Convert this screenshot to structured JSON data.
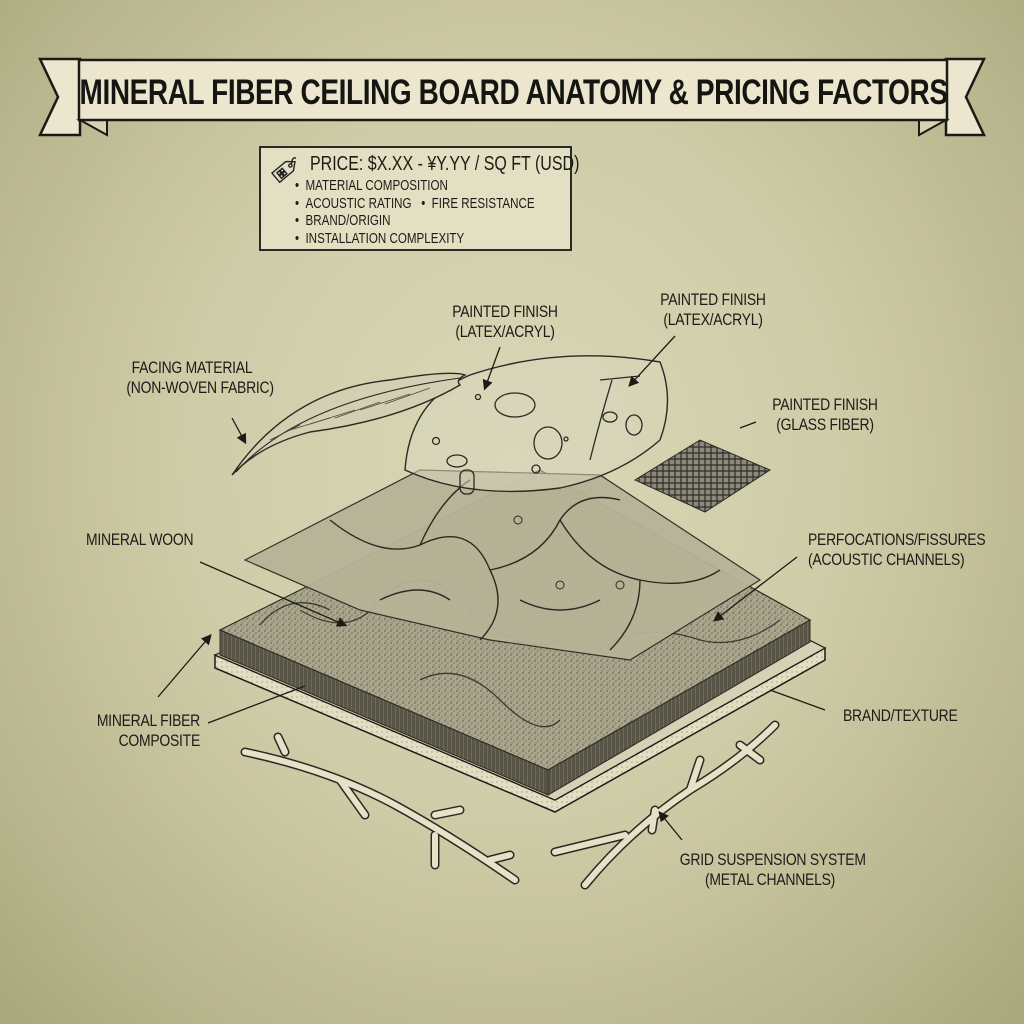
{
  "title": "MINERAL FIBER CEILING BOARD ANATOMY & PRICING FACTORS",
  "price_box": {
    "icon": "price-tag-icon",
    "heading": "PRICE: $X.XX - ¥Y.YY / SQ FT (USD)",
    "factors": [
      "MATERIAL COMPOSITION",
      "ACOUSTIC RATING",
      "FIRE RESISTANCE",
      "BRAND/ORIGIN",
      "INSTALLATION COMPLEXITY"
    ]
  },
  "labels": {
    "facing_material": {
      "line1": "FACING MATERIAL",
      "line2": "(NON-WOVEN FABRIC)"
    },
    "painted_finish_1": {
      "line1": "PAINTED FINISH",
      "line2": "(LATEX/ACRYL)"
    },
    "painted_finish_2": {
      "line1": "PAINTED FINISH",
      "line2": "(LATEX/ACRYL)"
    },
    "painted_finish_glass": {
      "line1": "PAINTED FINISH",
      "line2": "(GLASS FIBER)"
    },
    "mineral_wool": {
      "line1": "MINERAL WOON"
    },
    "perforations": {
      "line1": "PERFOCATIONS/FISSURES",
      "line2": "(ACOUSTIC CHANNELS)"
    },
    "mineral_fiber_composite": {
      "line1": "MINERAL FIBER",
      "line2": "COMPOSITE"
    },
    "brand_texture": {
      "line1": "BRAND/TEXTURE"
    },
    "grid_suspension": {
      "line1": "GRID SUSPENSION SYSTEM",
      "line2": "(METAL CHANNELS)"
    }
  },
  "colors": {
    "background": "#cfcca8",
    "banner_fill": "#ece6cf",
    "ink": "#1c1b18",
    "board_core": "#8d8a73",
    "board_base": "#e4dec4"
  }
}
